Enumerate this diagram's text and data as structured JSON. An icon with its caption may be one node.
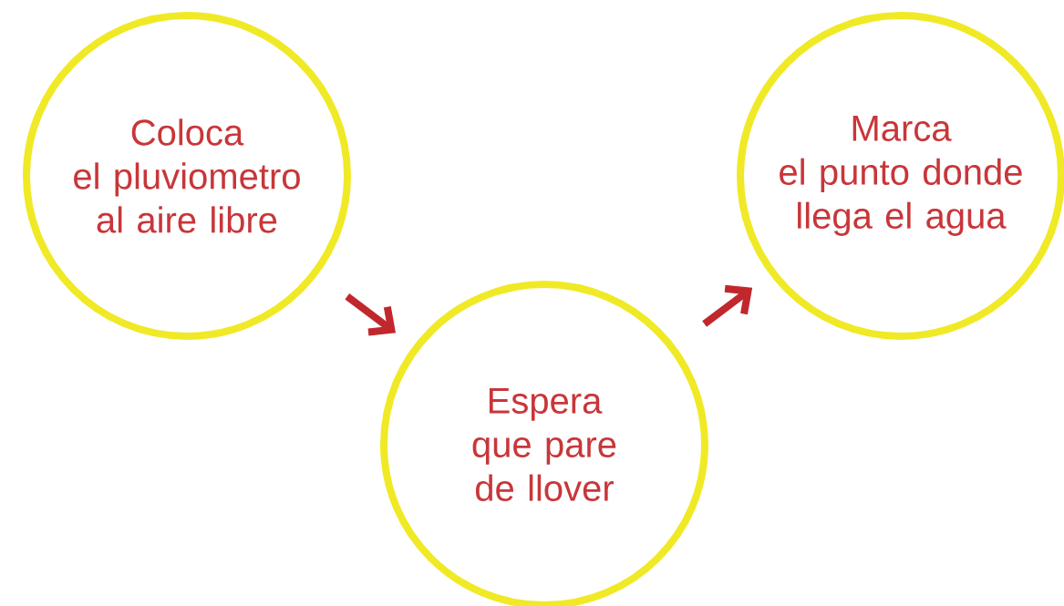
{
  "diagram": {
    "nodes": [
      {
        "text": [
          "Coloca el pluviometro al aire libre"
        ]
      },
      {
        "text": [
          "Espera que pare de llover"
        ]
      },
      {
        "text": [
          "Marca el punto donde llega el agua"
        ]
      }
    ],
    "edges": [
      {
        "from": 0,
        "to": 1,
        "arrow": "to"
      },
      {
        "from": 1,
        "to": 2,
        "arrow": "to"
      }
    ]
  }
}
